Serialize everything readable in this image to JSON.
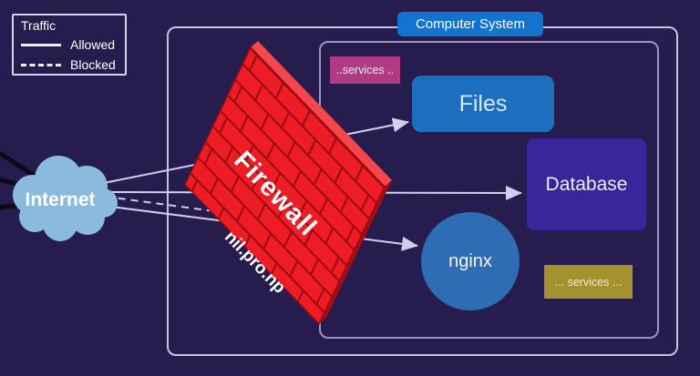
{
  "legend": {
    "title": "Traffic",
    "items": [
      {
        "label": "Allowed",
        "line_style": "solid"
      },
      {
        "label": "Blocked",
        "line_style": "dashed"
      }
    ]
  },
  "system_box": {
    "label": "Computer System"
  },
  "internet": {
    "label": "Internet"
  },
  "firewall": {
    "name": "Firewall",
    "hostname": "nil.pro.np"
  },
  "nodes": {
    "services_top": "..services ..",
    "files": "Files",
    "database": "Database",
    "nginx": "nginx",
    "services_bottom": "... services ..."
  },
  "edges": [
    {
      "from": "internet",
      "to": "files",
      "type": "allowed"
    },
    {
      "from": "internet",
      "to": "database",
      "type": "allowed"
    },
    {
      "from": "internet",
      "to": "nginx",
      "type": "allowed"
    },
    {
      "from": "internet",
      "to": "firewall",
      "type": "blocked"
    }
  ],
  "colors": {
    "background": "#261c4d",
    "system_badge": "#1374d0",
    "files_box": "#1c6fbe",
    "database_box": "#39269b",
    "nginx_circle": "#2e6cb4",
    "services_top_badge": "#b13b82",
    "services_bottom_badge": "#a4912f",
    "internet_cloud": "#8abade",
    "firewall_brick": "#ee1c25",
    "firewall_mortar": "#9a0b11",
    "traffic_line": "#d6cfec"
  }
}
